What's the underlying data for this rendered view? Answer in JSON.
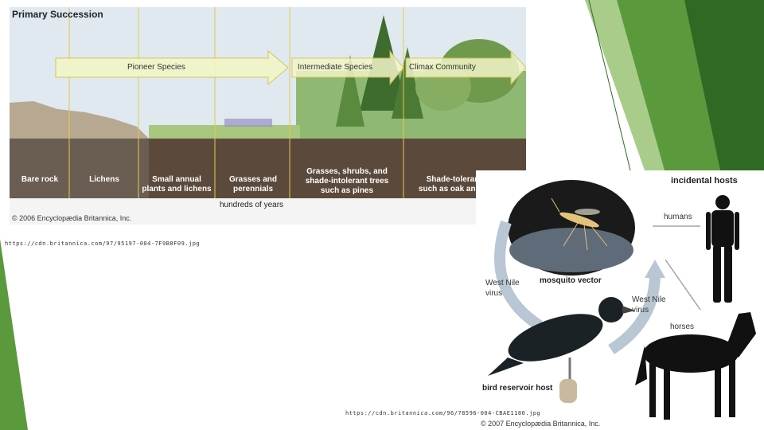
{
  "succession": {
    "title": "Primary Succession",
    "arrows": {
      "pioneer": "Pioneer Species",
      "intermediate": "Intermediate Species",
      "climax": "Climax Community"
    },
    "stages": {
      "s1": "Bare rock",
      "s2": "Lichens",
      "s3_l1": "Small annual",
      "s3_l2": "plants and lichens",
      "s4_l1": "Grasses and",
      "s4_l2": "perennials",
      "s5_l1": "Grasses, shrubs, and",
      "s5_l2": "shade-intolerant trees",
      "s5_l3": "such as pines",
      "s6_l1": "Shade-tolerant trees",
      "s6_l2": "such as oak and hickory"
    },
    "timeline": "hundreds of years",
    "copyright": "© 2006 Encyclopædia Britannica, Inc."
  },
  "url1": "https://cdn.britannica.com/97/95197-004-7F9B8F09.jpg",
  "westnile": {
    "incidental_hosts": "incidental hosts",
    "humans": "humans",
    "horses": "horses",
    "mosquito_vector": "mosquito vector",
    "virus_left_l1": "West Nile",
    "virus_left_l2": "virus",
    "virus_right_l1": "West Nile",
    "virus_right_l2": "virus",
    "bird_host": "bird reservoir host",
    "copyright": "© 2007 Encyclopædia Britannica, Inc."
  },
  "url2": "https://cdn.britannica.com/96/78596-004-CBAE1180.jpg",
  "colors": {
    "slide_green_dark": "#2f6a24",
    "slide_green_mid": "#5a9a3c",
    "slide_green_light": "#a9cc8a",
    "arrow_fill": "#f2f5c8",
    "soil": "#5b4a3c"
  }
}
